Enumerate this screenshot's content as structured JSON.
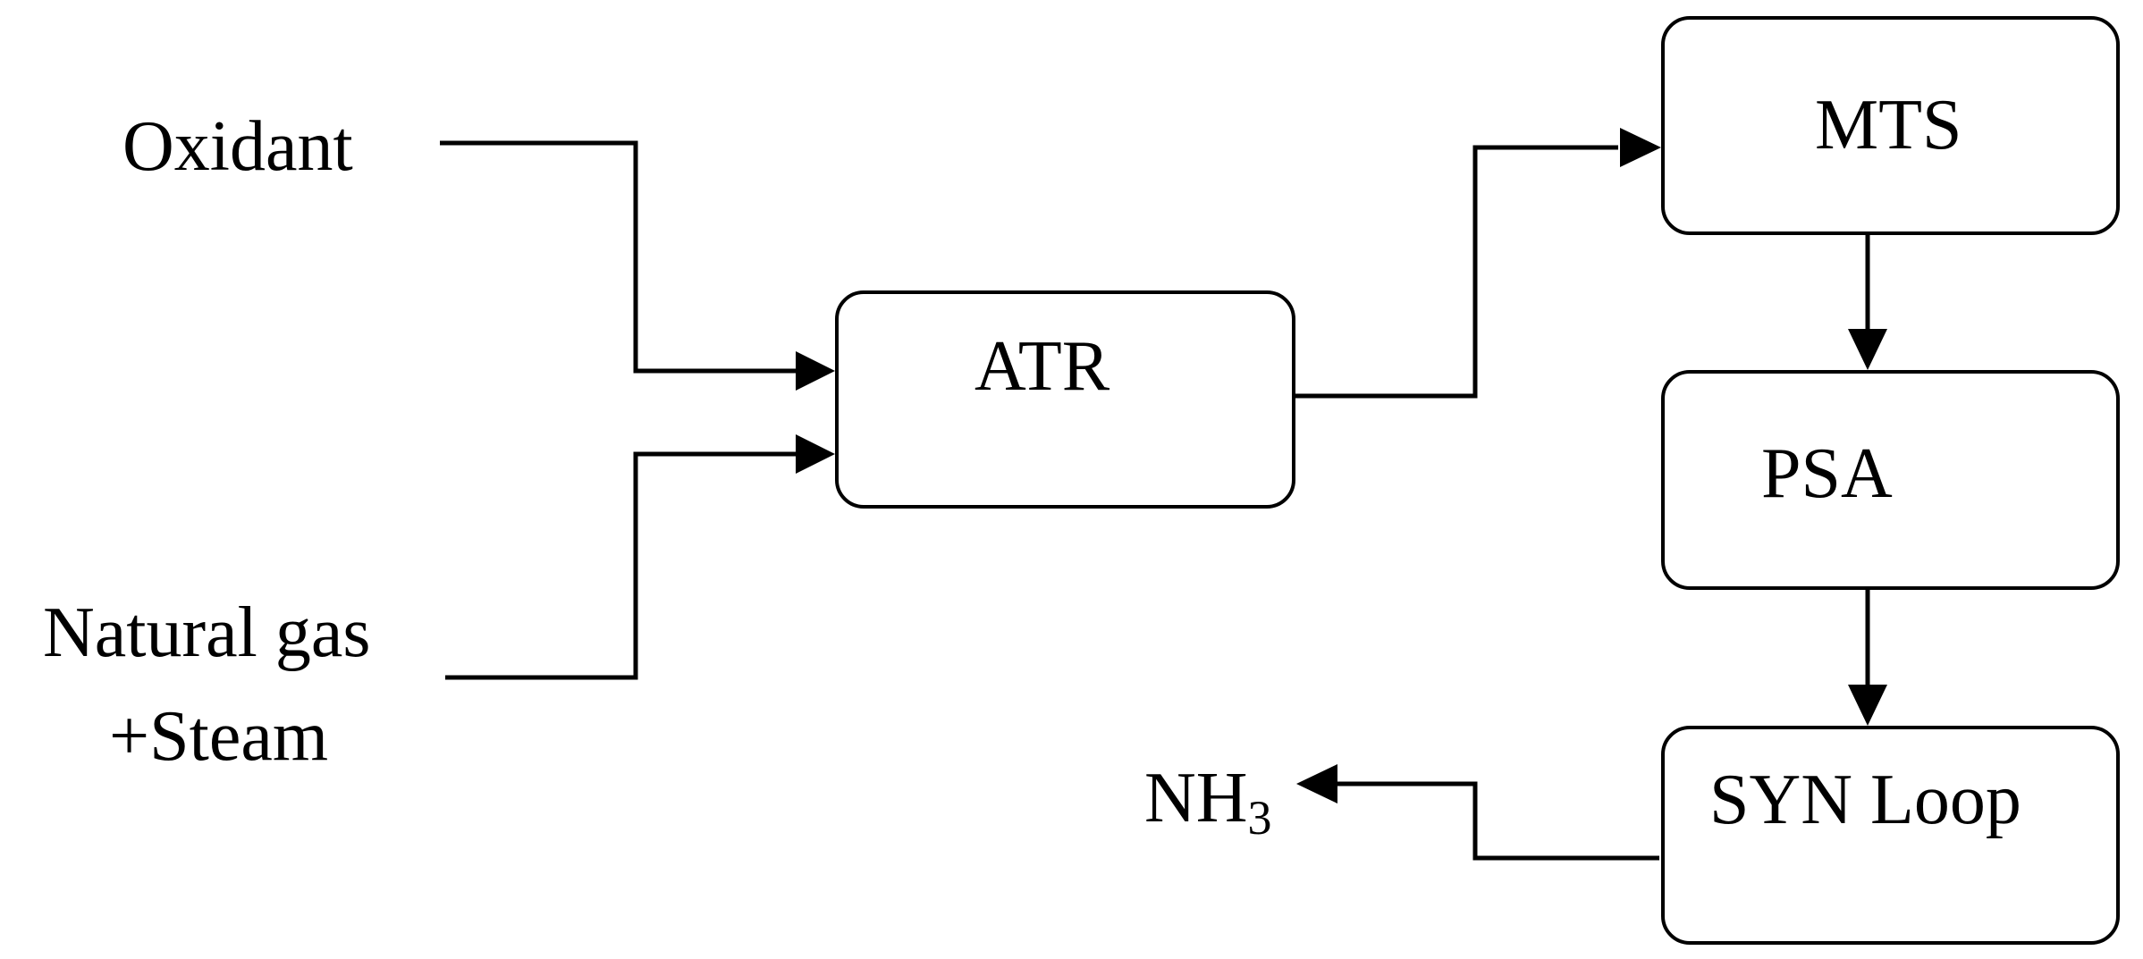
{
  "inputs": {
    "oxidant": "Oxidant",
    "natural_gas_line1": "Natural gas",
    "natural_gas_line2": "+Steam"
  },
  "units": {
    "atr": "ATR",
    "mts": "MTS",
    "psa": "PSA",
    "syn_loop": "SYN Loop"
  },
  "product": {
    "base": "NH",
    "subscript": "3"
  }
}
